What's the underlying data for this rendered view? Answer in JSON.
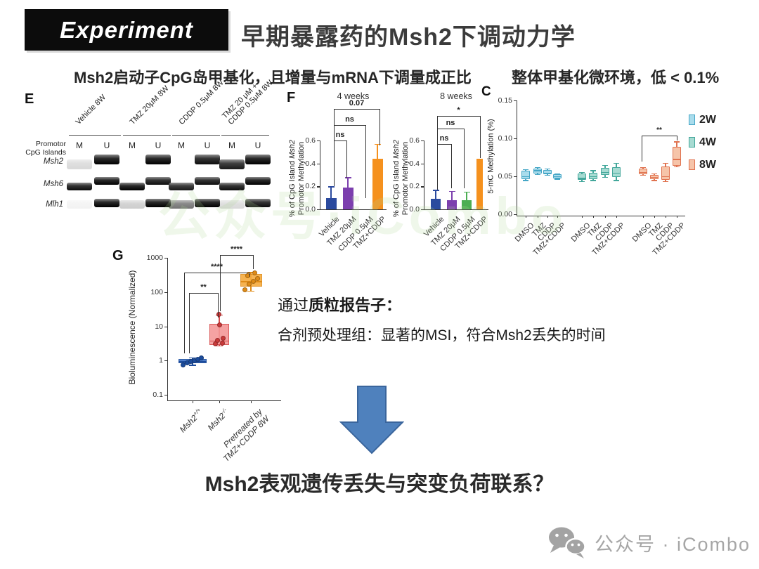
{
  "header": {
    "badge": "Experiment",
    "title": "早期暴露药的Msh2下调动力学"
  },
  "subtitle_left": "Msh2启动子CpG岛甲基化，且增量与mRNA下调量成正比",
  "subtitle_right": "整体甲基化微环境，低 < 0.1%",
  "watermark_faint": "公众号·iCombo",
  "panel_e": {
    "label": "E",
    "row_header_line1": "Promotor",
    "row_header_line2": "CpG Islands",
    "groups": [
      [
        "Vehicle 8W"
      ],
      [
        "TMZ 20μM 8W"
      ],
      [
        "CDDP 0.5μM 8W"
      ],
      [
        "TMZ 20 μM +",
        "CDDP 0.5μM 8W"
      ]
    ],
    "lane_labels": [
      "M",
      "U",
      "M",
      "U",
      "M",
      "U",
      "M",
      "U"
    ],
    "genes": [
      "Msh2",
      "Msh6",
      "Mlh1"
    ],
    "bands": [
      [
        0.15,
        1,
        0,
        1,
        0,
        0.95,
        0.9,
        1
      ],
      [
        0.95,
        1,
        1,
        0.95,
        0.9,
        0.95,
        0.95,
        1
      ],
      [
        0.05,
        1,
        0.2,
        1,
        0.55,
        1,
        0.15,
        0.95
      ]
    ]
  },
  "chart_data": [
    {
      "id": "F-4weeks",
      "type": "bar",
      "panel_label": "F",
      "title": "4 weeks",
      "ylabel_prefix": "% of CpG Island ",
      "ylabel_gene": "Msh2",
      "ylabel_line2": "Promotor Methylation",
      "ylim": [
        0,
        0.6
      ],
      "yticks": [
        "0.0",
        "0.2",
        "0.4",
        "0.6"
      ],
      "categories": [
        "Vehicle",
        "TMZ 20μM",
        "CDDP 0.5μM",
        "TMZ+CDDP"
      ],
      "values": [
        0.1,
        0.19,
        0,
        0.44
      ],
      "error_tops": [
        0.2,
        0.28,
        0,
        0.57
      ],
      "bar_colors": [
        "#2b4a9e",
        "#7c3fae",
        "#4cae52",
        "#f5911e"
      ],
      "significance": [
        {
          "label": "ns",
          "from": "Vehicle",
          "to": "TMZ 20μM"
        },
        {
          "label": "ns",
          "from": "Vehicle",
          "to": "CDDP 0.5μM"
        },
        {
          "label": "0.07",
          "from": "Vehicle",
          "to": "TMZ+CDDP"
        }
      ]
    },
    {
      "id": "F-8weeks",
      "type": "bar",
      "panel_label": "",
      "title": "8 weeks",
      "ylabel_prefix": "% of CpG Island ",
      "ylabel_gene": "Msh2",
      "ylabel_line2": "Promotor Methylation",
      "ylim": [
        0,
        0.6
      ],
      "yticks": [
        "0.0",
        "0.2",
        "0.4",
        "0.6"
      ],
      "categories": [
        "Vehicle",
        "TMZ 20μM",
        "CDDP 0.5μM",
        "TMZ+CDDP"
      ],
      "values": [
        0.09,
        0.08,
        0.08,
        0.44
      ],
      "error_tops": [
        0.17,
        0.16,
        0.155,
        0
      ],
      "bar_colors": [
        "#2b4a9e",
        "#7c3fae",
        "#4cae52",
        "#f5911e"
      ],
      "significance": [
        {
          "label": "ns",
          "from": "Vehicle",
          "to": "TMZ 20μM"
        },
        {
          "label": "ns",
          "from": "Vehicle",
          "to": "CDDP 0.5μM"
        },
        {
          "label": "*",
          "from": "Vehicle",
          "to": "TMZ+CDDP"
        }
      ]
    },
    {
      "id": "C",
      "type": "box",
      "panel_label": "C",
      "ylabel": "5-mC Methylation (%)",
      "ylim": [
        0,
        0.15
      ],
      "yticks": [
        "0.00",
        "0.05",
        "0.10",
        "0.15"
      ],
      "categories": [
        "DMSO",
        "TMZ",
        "CDDP",
        "TMZ+CDDP"
      ],
      "series": [
        {
          "name": "2W",
          "fill": "#a9dcec",
          "stroke": "#45a6c6",
          "boxes": [
            [
              0.044,
              0.046,
              0.05,
              0.057,
              0.059
            ],
            [
              0.052,
              0.054,
              0.058,
              0.06,
              0.062
            ],
            [
              0.051,
              0.053,
              0.055,
              0.058,
              0.06
            ],
            [
              0.046,
              0.047,
              0.05,
              0.053,
              0.054
            ]
          ]
        },
        {
          "name": "4W",
          "fill": "#a7dbd2",
          "stroke": "#43a79b",
          "boxes": [
            [
              0.043,
              0.045,
              0.048,
              0.054,
              0.056
            ],
            [
              0.044,
              0.046,
              0.05,
              0.055,
              0.058
            ],
            [
              0.048,
              0.052,
              0.056,
              0.061,
              0.065
            ],
            [
              0.044,
              0.049,
              0.055,
              0.062,
              0.068
            ]
          ]
        },
        {
          "name": "8W",
          "fill": "#f6c4a9",
          "stroke": "#e07350",
          "boxes": [
            [
              0.051,
              0.053,
              0.056,
              0.06,
              0.062
            ],
            [
              0.044,
              0.046,
              0.049,
              0.052,
              0.054
            ],
            [
              0.043,
              0.045,
              0.05,
              0.063,
              0.068
            ],
            [
              0.062,
              0.064,
              0.073,
              0.089,
              0.096
            ]
          ]
        }
      ],
      "legend": [
        "2W",
        "4W",
        "8W"
      ],
      "significance": [
        {
          "label": "**",
          "from": "DMSO 8W",
          "to": "TMZ+CDDP 8W"
        }
      ]
    },
    {
      "id": "G",
      "type": "box-log",
      "panel_label": "G",
      "ylabel": "Bioluminescence (Normalized)",
      "yticks": [
        "1000",
        "100",
        "10",
        "1",
        "0.1"
      ],
      "categories": [
        {
          "base": "Msh2",
          "sup": "+/+"
        },
        {
          "base": "Msh2",
          "sup": "-/-"
        },
        {
          "line1": "Pretreated by",
          "line2": "TMZ+CDDP 8W"
        }
      ],
      "colors": [
        {
          "fill": "#3b6fc4",
          "stroke": "#1c4c9c",
          "dot": "#1c4c9c"
        },
        {
          "fill": "#f59898",
          "stroke": "#d64a4a",
          "dot": "#c93a3a"
        },
        {
          "fill": "#f6ab3f",
          "stroke": "#df8b17",
          "dot": "#df8b17"
        }
      ],
      "boxes": [
        [
          0.72,
          0.82,
          0.95,
          1.1,
          1.25
        ],
        [
          2.6,
          2.9,
          3.8,
          12,
          22
        ],
        [
          105,
          145,
          210,
          330,
          380
        ]
      ],
      "points": [
        [
          0.75,
          0.85,
          0.95,
          1.0,
          1.1,
          1.2
        ],
        [
          3.0,
          3.2,
          3.9,
          4.5,
          11,
          22
        ],
        [
          115,
          170,
          210,
          250,
          300,
          360
        ]
      ],
      "significance": [
        {
          "label": "**",
          "from": "Msh2+/+",
          "to": "Msh2-/-"
        },
        {
          "label": "****",
          "from": "Msh2+/+",
          "to": "Pretreated by TMZ+CDDP 8W"
        },
        {
          "label": "****",
          "from": "Msh2-/-",
          "to": "Pretreated by TMZ+CDDP 8W"
        }
      ]
    }
  ],
  "notes": {
    "line1_prefix": "通过",
    "line1_bold": "质粒报告子：",
    "line2": "合剂预处理组：显著的MSI，符合Msh2丢失的时间"
  },
  "conclusion": "Msh2表观遗传丢失与突变负荷联系？",
  "footer": {
    "icon": "wechat-icon",
    "brand": "公众号 · iCombo"
  },
  "colors": {
    "arrow": "#4f81bd",
    "arrow_border": "#3a659c",
    "badge_bg": "#0c0c0c",
    "watermark_gray": "#a6a6a6"
  }
}
